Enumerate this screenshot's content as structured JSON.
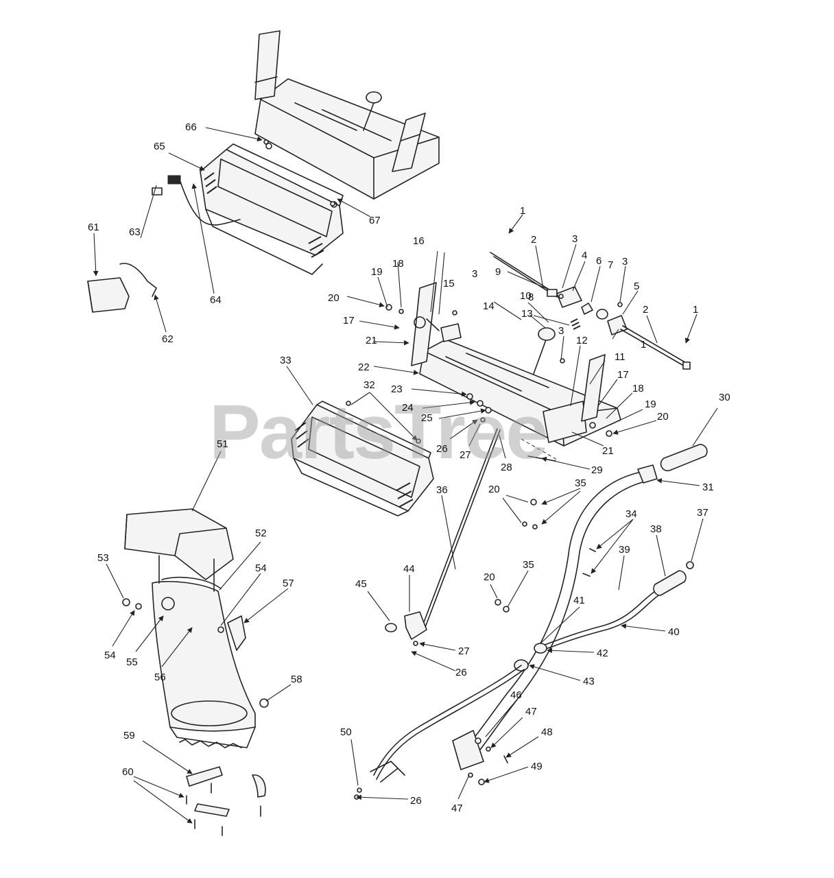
{
  "watermark": "PartsTree",
  "callouts": [
    "1",
    "2",
    "3",
    "4",
    "5",
    "6",
    "7",
    "8",
    "9",
    "10",
    "11",
    "12",
    "13",
    "14",
    "15",
    "16",
    "17",
    "18",
    "19",
    "20",
    "21",
    "22",
    "23",
    "24",
    "25",
    "26",
    "27",
    "28",
    "29",
    "30",
    "31",
    "32",
    "33",
    "34",
    "35",
    "36",
    "37",
    "38",
    "39",
    "40",
    "41",
    "42",
    "43",
    "44",
    "45",
    "46",
    "47",
    "48",
    "49",
    "50",
    "51",
    "52",
    "53",
    "54",
    "55",
    "56",
    "57",
    "58",
    "59",
    "60",
    "61",
    "62",
    "63",
    "64",
    "65",
    "66",
    "67"
  ]
}
